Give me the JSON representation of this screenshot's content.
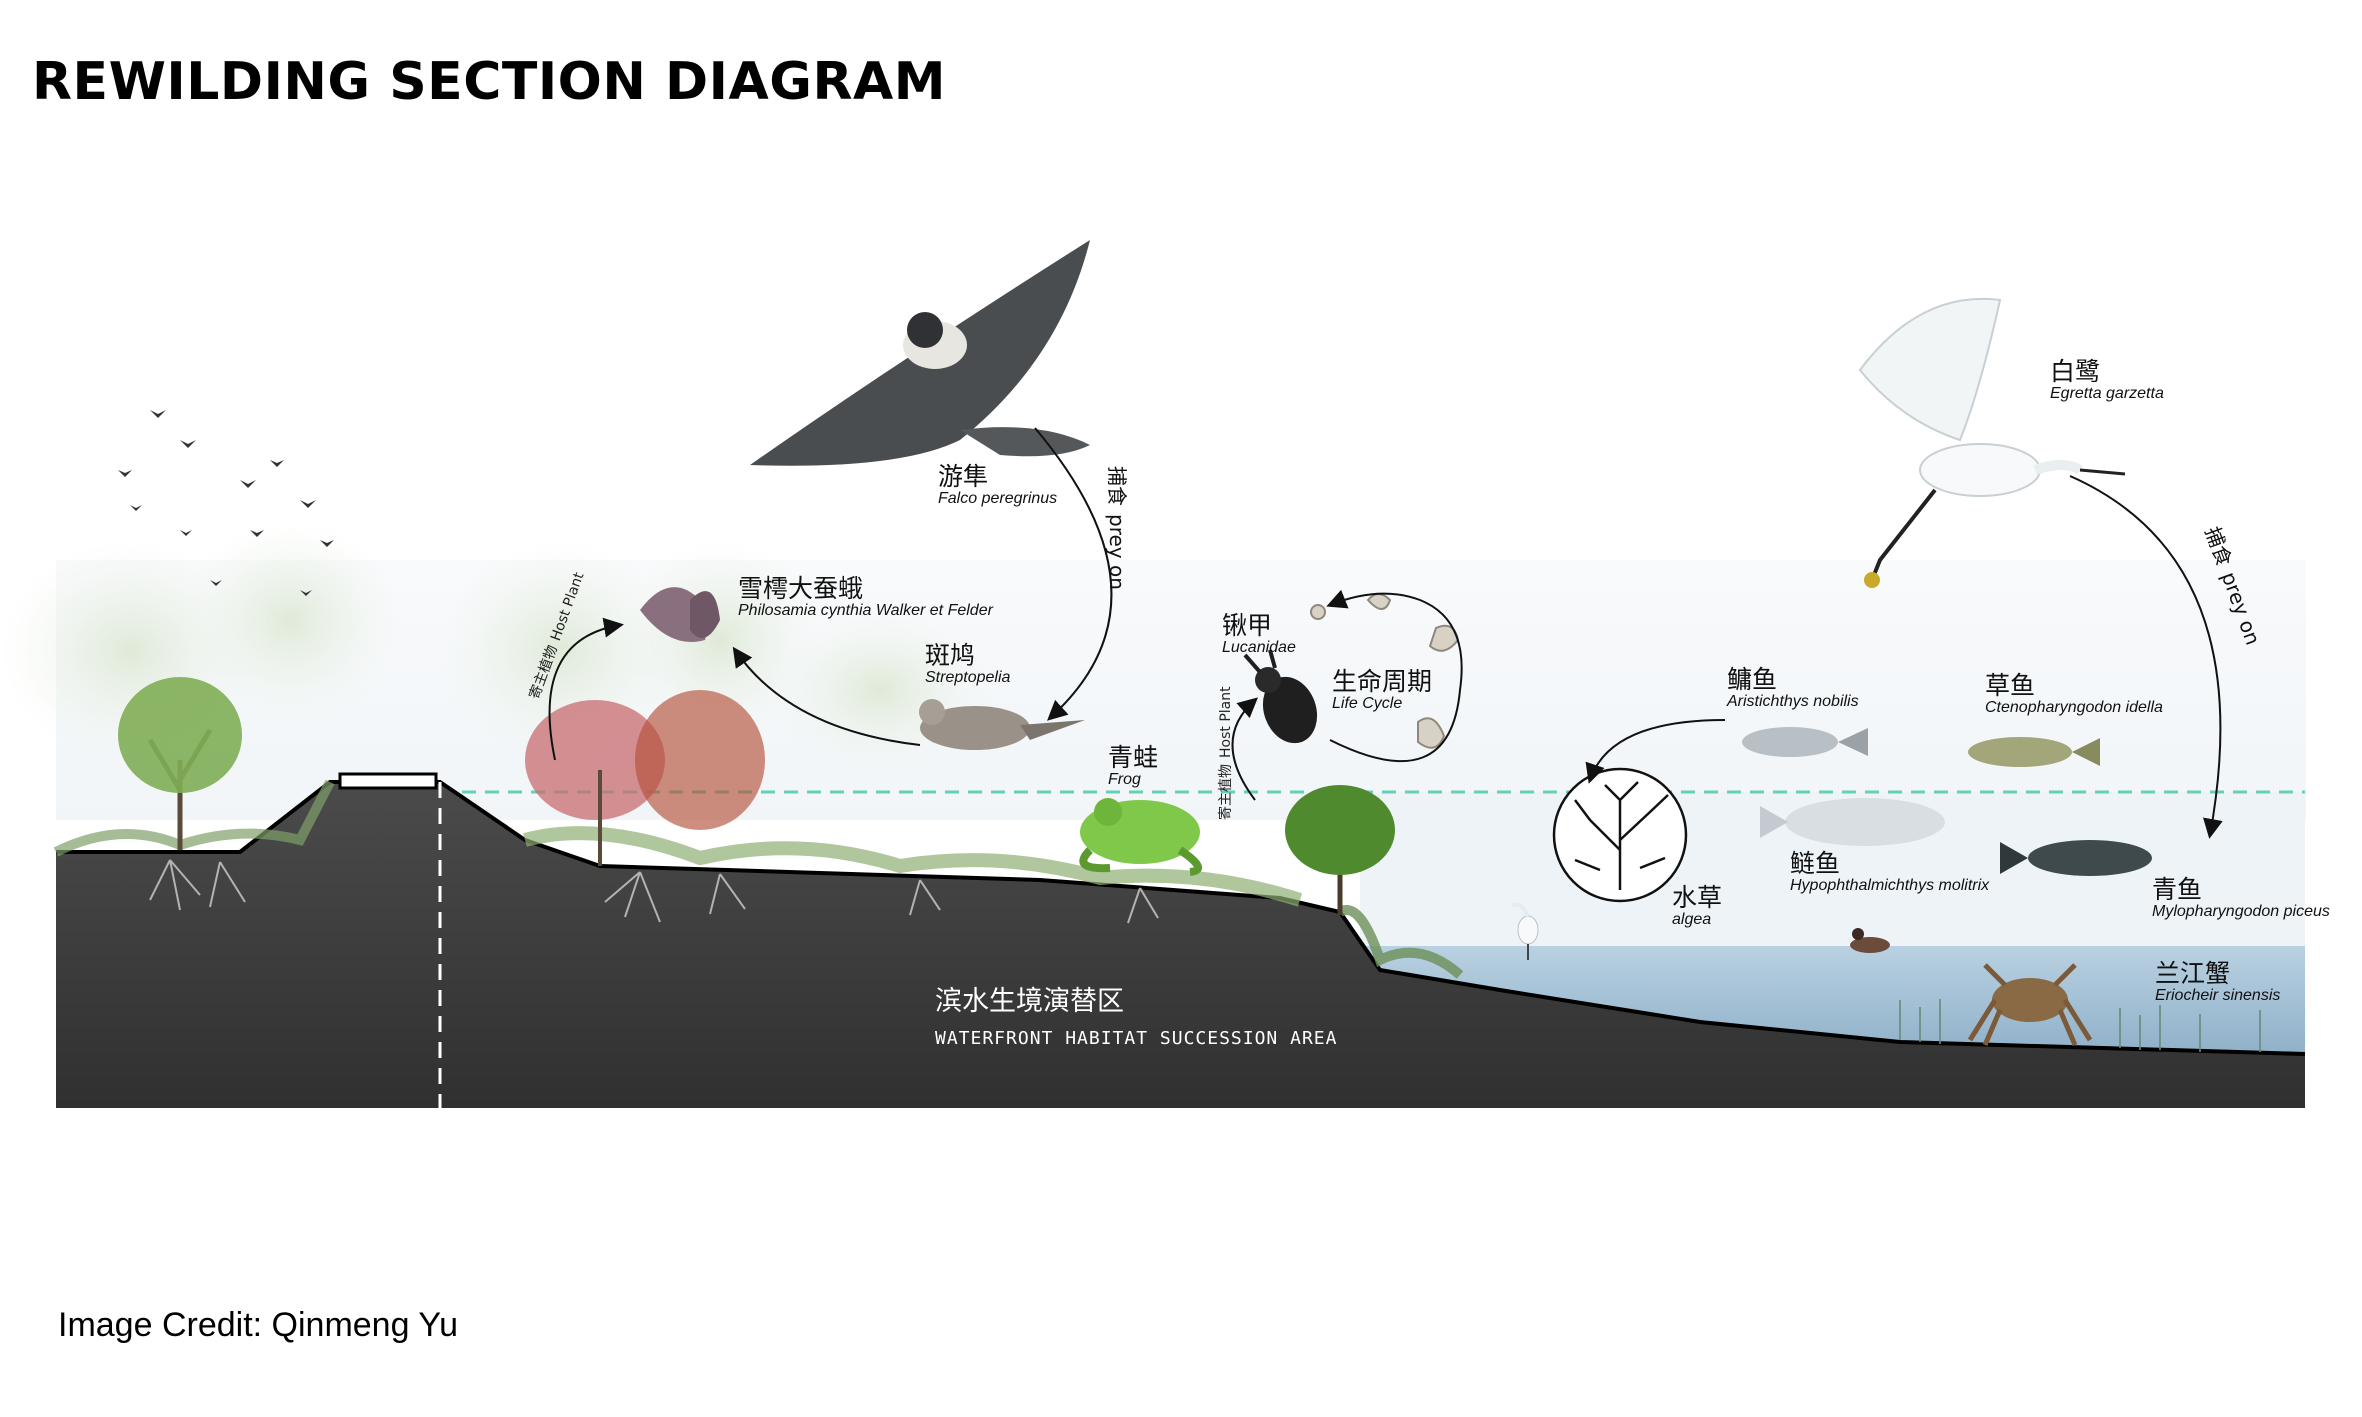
{
  "title": "REWILDING SECTION DIAGRAM",
  "credit": "Image Credit: Qinmeng Yu",
  "area": {
    "cn": "滨水生境演替区",
    "en": "WATERFRONT HABITAT SUCCESSION AREA"
  },
  "species": {
    "falcon": {
      "cn": "游隼",
      "sci": "Falco peregrinus"
    },
    "moth": {
      "cn": "雪樗大蚕蛾",
      "sci": "Philosamia cynthia Walker et Felder"
    },
    "dove": {
      "cn": "斑鸠",
      "sci": "Streptopelia"
    },
    "frog": {
      "cn": "青蛙",
      "sci": "Frog"
    },
    "beetle": {
      "cn": "锹甲",
      "sci": "Lucanidae"
    },
    "lifecycle": {
      "cn": "生命周期",
      "sci": "Life Cycle"
    },
    "egret": {
      "cn": "白鹭",
      "sci": "Egretta garzetta"
    },
    "bighead": {
      "cn": "鳙鱼",
      "sci": "Aristichthys nobilis"
    },
    "grasscarp": {
      "cn": "草鱼",
      "sci": "Ctenopharyngodon idella"
    },
    "silvercarp": {
      "cn": "鲢鱼",
      "sci": "Hypophthalmichthys molitrix"
    },
    "blackcarp": {
      "cn": "青鱼",
      "sci": "Mylopharyngodon piceus"
    },
    "algae": {
      "cn": "水草",
      "sci": "algea"
    },
    "crab": {
      "cn": "兰江蟹",
      "sci": "Eriocheir sinensis"
    }
  },
  "relations": {
    "prey_cn": "捕食",
    "prey_en": "prey on",
    "host_cn": "寄主植物",
    "host_en": "Host Plant"
  },
  "colors": {
    "soil": "#3d3e3d",
    "water": "#a9c4d8",
    "water_line": "#63d0b8",
    "haze": "#eef2f5"
  }
}
